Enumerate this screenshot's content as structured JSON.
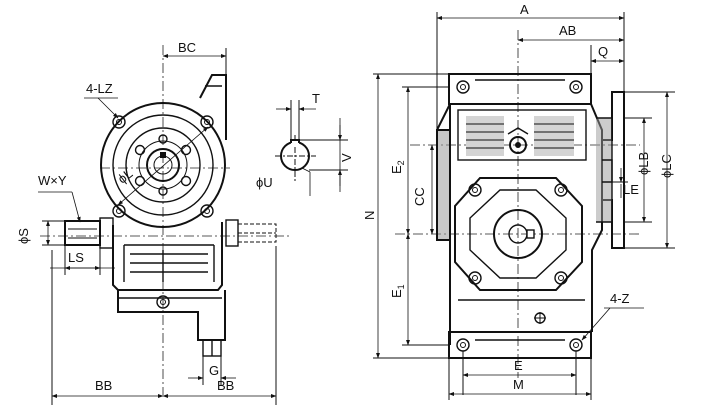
{
  "labels": {
    "a": "A",
    "ab": "AB",
    "q": "Q",
    "bc": "BC",
    "four_lz": "4-LZ",
    "t": "T",
    "v": "V",
    "phi_u": "ϕU",
    "w_x_y": "W×Y",
    "phi_l": "ϕL",
    "phi_s": "ϕS",
    "ls": "LS",
    "bb_left": "BB",
    "bb_right": "BB",
    "g": "G",
    "n": "N",
    "e2": "E",
    "e2_sub": "2",
    "cc": "CC",
    "e1": "E",
    "e1_sub": "1",
    "phi_lb": "ϕLB",
    "phi_lc": "ϕLC",
    "le": "LE",
    "four_z": "4-Z",
    "e": "E",
    "m": "M"
  },
  "colors": {
    "line": "#111111",
    "housing_shadow": "#9a9a9a",
    "background": "#ffffff"
  }
}
